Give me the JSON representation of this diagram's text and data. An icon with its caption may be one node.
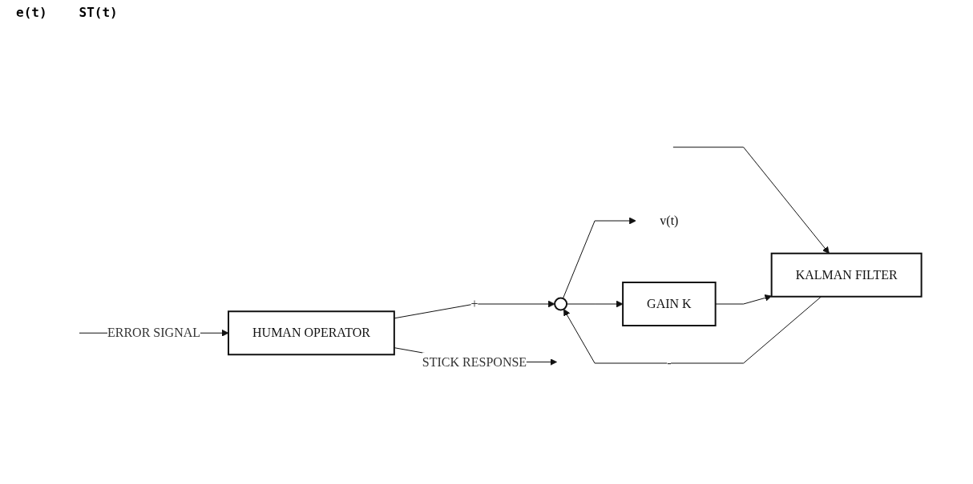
{
  "diagram": {
    "nodes": [
      {
        "text": [
          "HUMAN OPERATOR"
        ]
      },
      {
        "text": [
          "KALMAN FILTER"
        ]
      },
      {
        "text": [
          "GAIN K"
        ]
      },
      {
        "text": [],
        "shape": "circle"
      },
      {
        "text": [
          "v(t)"
        ]
      }
    ],
    "edges": [
      {
        "from": null,
        "to": 0,
        "arrow": "to",
        "label": "ERROR SIGNAL"
      },
      {
        "from": null,
        "to": 1,
        "arrow": "to"
      },
      {
        "from": 0,
        "to": null,
        "arrow": "to",
        "label": "STICK RESPONSE"
      },
      {
        "from": 0,
        "to": 3,
        "arrow": "to",
        "label": "+"
      },
      {
        "from": 1,
        "to": 3,
        "arrow": "to",
        "label": "-"
      },
      {
        "from": 2,
        "to": 1,
        "arrow": "to"
      },
      {
        "from": 3,
        "to": 4,
        "arrow": "to"
      },
      {
        "from": 3,
        "to": 2,
        "arrow": "to"
      }
    ],
    "labels": [
      "e(t)",
      "ST(t)"
    ]
  }
}
